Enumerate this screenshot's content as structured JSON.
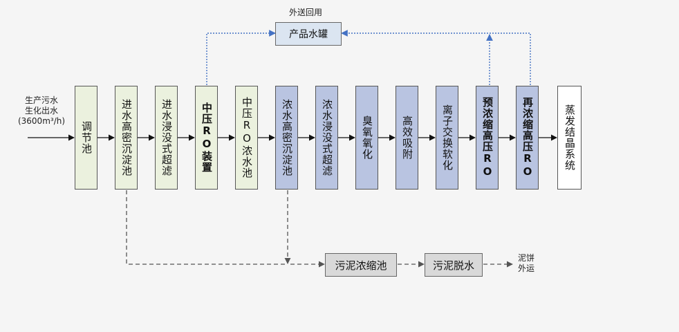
{
  "input_label": {
    "line1": "生产污水",
    "line2": "生化出水",
    "line3": "(3600m³/h)"
  },
  "recycle_label": "外送回用",
  "product_tank": "产品水罐",
  "process_steps": [
    {
      "label": "调节池",
      "color": "#ebf1de"
    },
    {
      "label": "进水高密沉淀池",
      "color": "#ebf1de"
    },
    {
      "label": "进水浸没式超滤",
      "color": "#ebf1de"
    },
    {
      "label": "中压RO装置",
      "color": "#ebf1de"
    },
    {
      "label": "中压RO浓水池",
      "color": "#ebf1de"
    },
    {
      "label": "浓水高密沉淀池",
      "color": "#b9c4e1"
    },
    {
      "label": "浓水浸没式超滤",
      "color": "#b9c4e1"
    },
    {
      "label": "臭氧氧化",
      "color": "#b9c4e1"
    },
    {
      "label": "高效吸附",
      "color": "#b9c4e1"
    },
    {
      "label": "离子交换软化",
      "color": "#b9c4e1"
    },
    {
      "label": "预浓缩高压RO",
      "color": "#b9c4e1"
    },
    {
      "label": "再浓缩高压RO",
      "color": "#b9c4e1"
    },
    {
      "label": "蒸发结晶系统",
      "color": "#ffffff"
    }
  ],
  "sludge_steps": [
    "污泥浓缩池",
    "污泥脱水"
  ],
  "output_label": {
    "line1": "泥饼",
    "line2": "外运"
  }
}
